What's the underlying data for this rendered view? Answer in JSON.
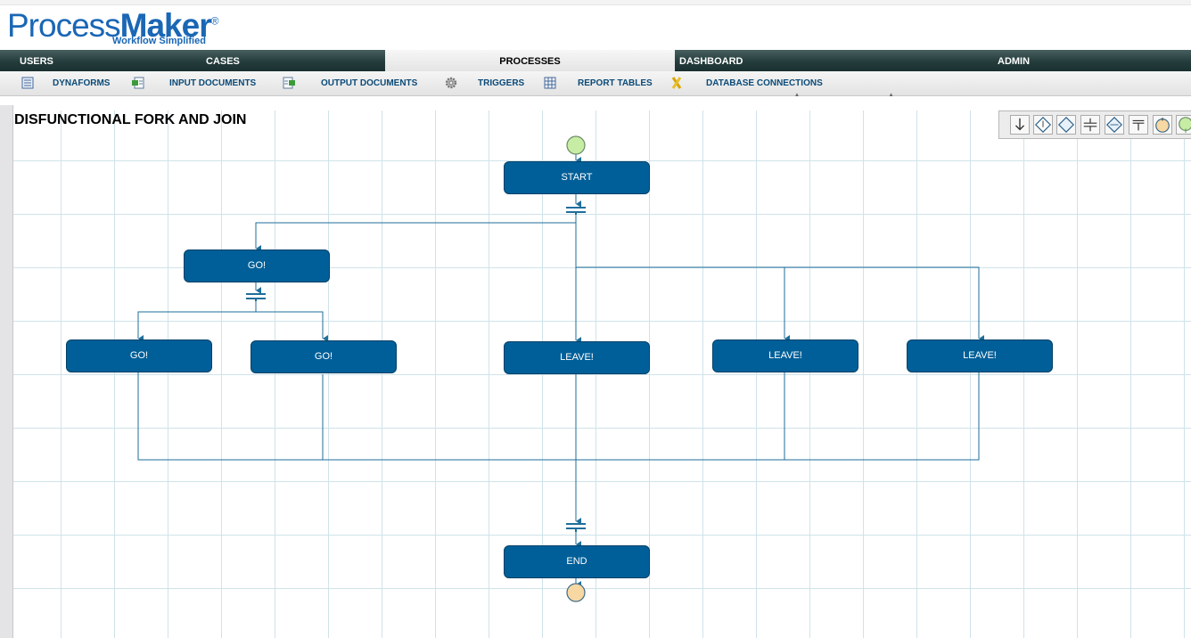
{
  "logo": {
    "brand_light": "Process",
    "brand_bold": "Maker",
    "reg": "®",
    "tagline": "Workflow Simplified"
  },
  "main_nav": [
    {
      "label": "USERS"
    },
    {
      "label": "CASES"
    },
    {
      "label": "PROCESSES",
      "active": true
    },
    {
      "label": "DASHBOARD"
    },
    {
      "label": "ADMIN"
    }
  ],
  "sub_nav": [
    {
      "label": "DYNAFORMS",
      "icon": "dynaform-icon"
    },
    {
      "label": "INPUT DOCUMENTS",
      "icon": "input-document-icon"
    },
    {
      "label": "OUTPUT DOCUMENTS",
      "icon": "output-document-icon"
    },
    {
      "label": "TRIGGERS",
      "icon": "gear-icon"
    },
    {
      "label": "REPORT TABLES",
      "icon": "report-table-icon"
    },
    {
      "label": "DATABASE CONNECTIONS",
      "icon": "database-connection-icon"
    }
  ],
  "process": {
    "title": "DISFUNCTIONAL FORK AND JOIN",
    "tasks": [
      {
        "id": "start",
        "label": "START"
      },
      {
        "id": "go1",
        "label": "GO!"
      },
      {
        "id": "go2",
        "label": "GO!"
      },
      {
        "id": "go3",
        "label": "GO!"
      },
      {
        "id": "leave1",
        "label": "LEAVE!"
      },
      {
        "id": "leave2",
        "label": "LEAVE!"
      },
      {
        "id": "leave3",
        "label": "LEAVE!"
      },
      {
        "id": "end",
        "label": "END"
      }
    ]
  },
  "toolbar": [
    {
      "icon": "sequential-arrow-icon"
    },
    {
      "icon": "selection-gateway-icon"
    },
    {
      "icon": "evaluation-gateway-icon"
    },
    {
      "icon": "parallel-fork-icon"
    },
    {
      "icon": "parallel-evaluation-icon"
    },
    {
      "icon": "parallel-join-icon"
    },
    {
      "icon": "end-of-process-icon"
    },
    {
      "icon": "start-event-icon"
    }
  ],
  "colors": {
    "task_fill": "#005f98",
    "connector": "#1f6e9a",
    "start_event": "#c6eda3",
    "end_event": "#f7d8a3"
  }
}
